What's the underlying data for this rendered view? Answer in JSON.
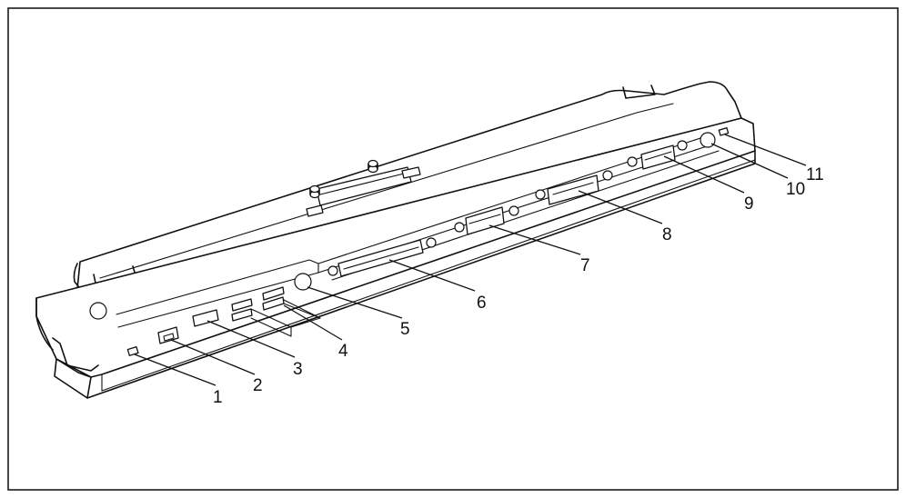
{
  "callouts": [
    {
      "id": 1,
      "label": "1"
    },
    {
      "id": 2,
      "label": "2"
    },
    {
      "id": 3,
      "label": "3"
    },
    {
      "id": 4,
      "label": "4"
    },
    {
      "id": 5,
      "label": "5"
    },
    {
      "id": 6,
      "label": "6"
    },
    {
      "id": 7,
      "label": "7"
    },
    {
      "id": 8,
      "label": "8"
    },
    {
      "id": 9,
      "label": "9"
    },
    {
      "id": 10,
      "label": "10"
    },
    {
      "id": 11,
      "label": "11"
    }
  ]
}
